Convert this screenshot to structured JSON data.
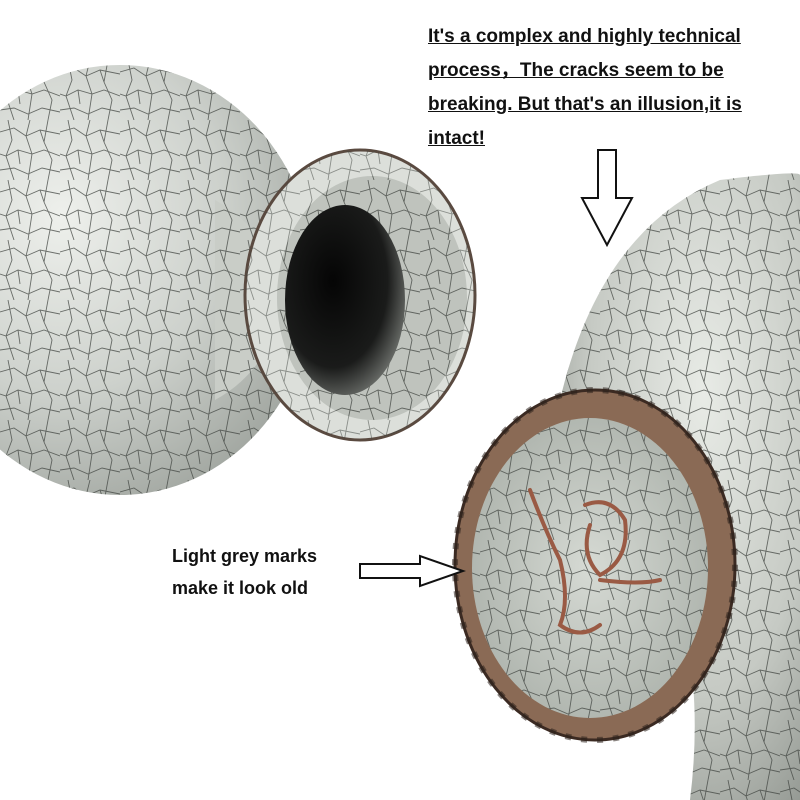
{
  "top_caption": {
    "lines": [
      "It's a complex and highly technical",
      "process，The cracks seem to be",
      "breaking. But that's an illusion,it is",
      "intact!"
    ]
  },
  "side_caption": {
    "lines": [
      "Light grey marks",
      "make it look old"
    ]
  },
  "colors": {
    "glaze": "#c9ccc7",
    "crack": "#3a3d3a",
    "foot_rim": "#8a6a55"
  },
  "icons": [
    "down-arrow-outline",
    "right-arrow-outline"
  ]
}
